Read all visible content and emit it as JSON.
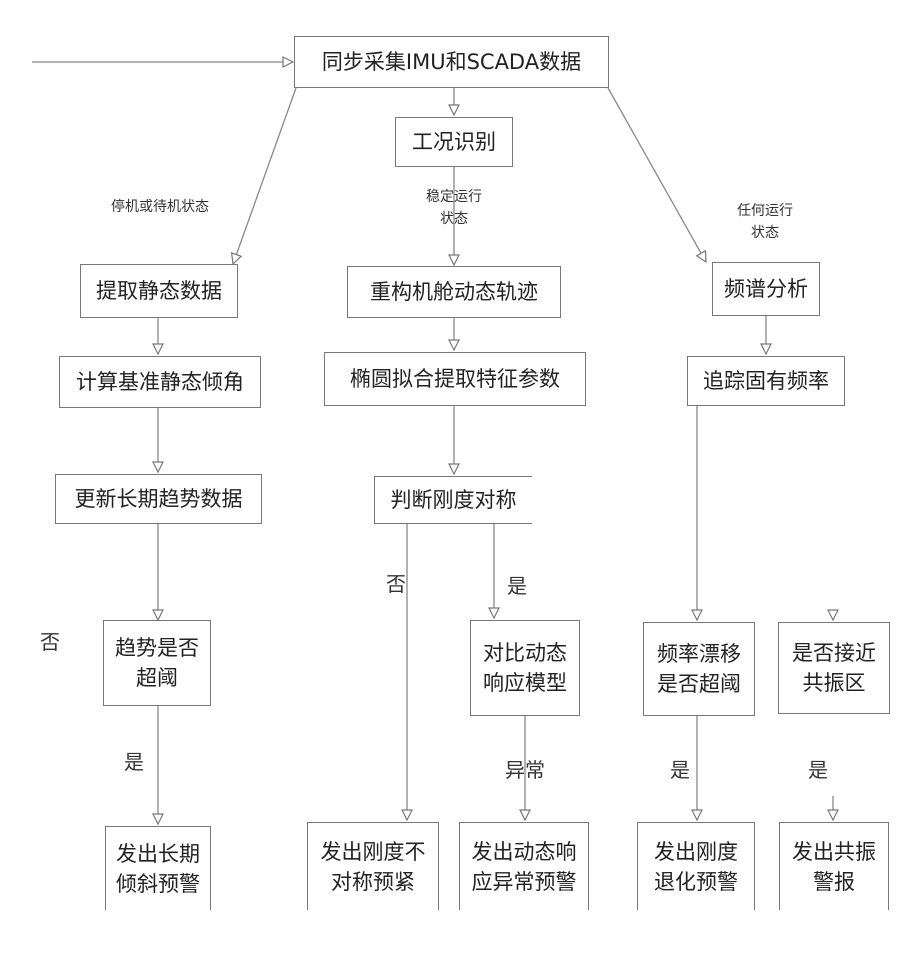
{
  "nodes": {
    "sync": "同步采集IMU和SCADA数据",
    "condition": "工况识别",
    "static_extract": "提取静态数据",
    "calc_tilt": "计算基准静态倾角",
    "update_trend": "更新长期趋势数据",
    "trend_check": "趋势是否\n超阈",
    "long_alarm": "发出长期\n倾斜预警",
    "reconstruct": "重构机舱动态轨迹",
    "ellipse_fit": "椭圆拟合提取特征参数",
    "stiffness_check": "判断刚度对称",
    "compare_model": "对比动态\n响应模型",
    "stiff_asym_alarm": "发出刚度不\n对称预紧",
    "dyn_alarm": "发出动态响\n应异常预警",
    "spectrum": "频谱分析",
    "track_freq": "追踪固有频率",
    "freq_drift": "频率漂移\n是否超阈",
    "resonance_check": "是否接近\n共振区",
    "degrade_alarm": "发出刚度\n退化预警",
    "resonance_alarm": "发出共振\n警报"
  },
  "labels": {
    "stopped": "停机或待机状态",
    "stable": "稳定运行\n状态",
    "any": "任何运行\n状态",
    "no_left": "否",
    "yes_left": "是",
    "no_mid": "否",
    "yes_mid": "是",
    "abnormal": "异常",
    "yes_freq": "是",
    "yes_res": "是"
  }
}
